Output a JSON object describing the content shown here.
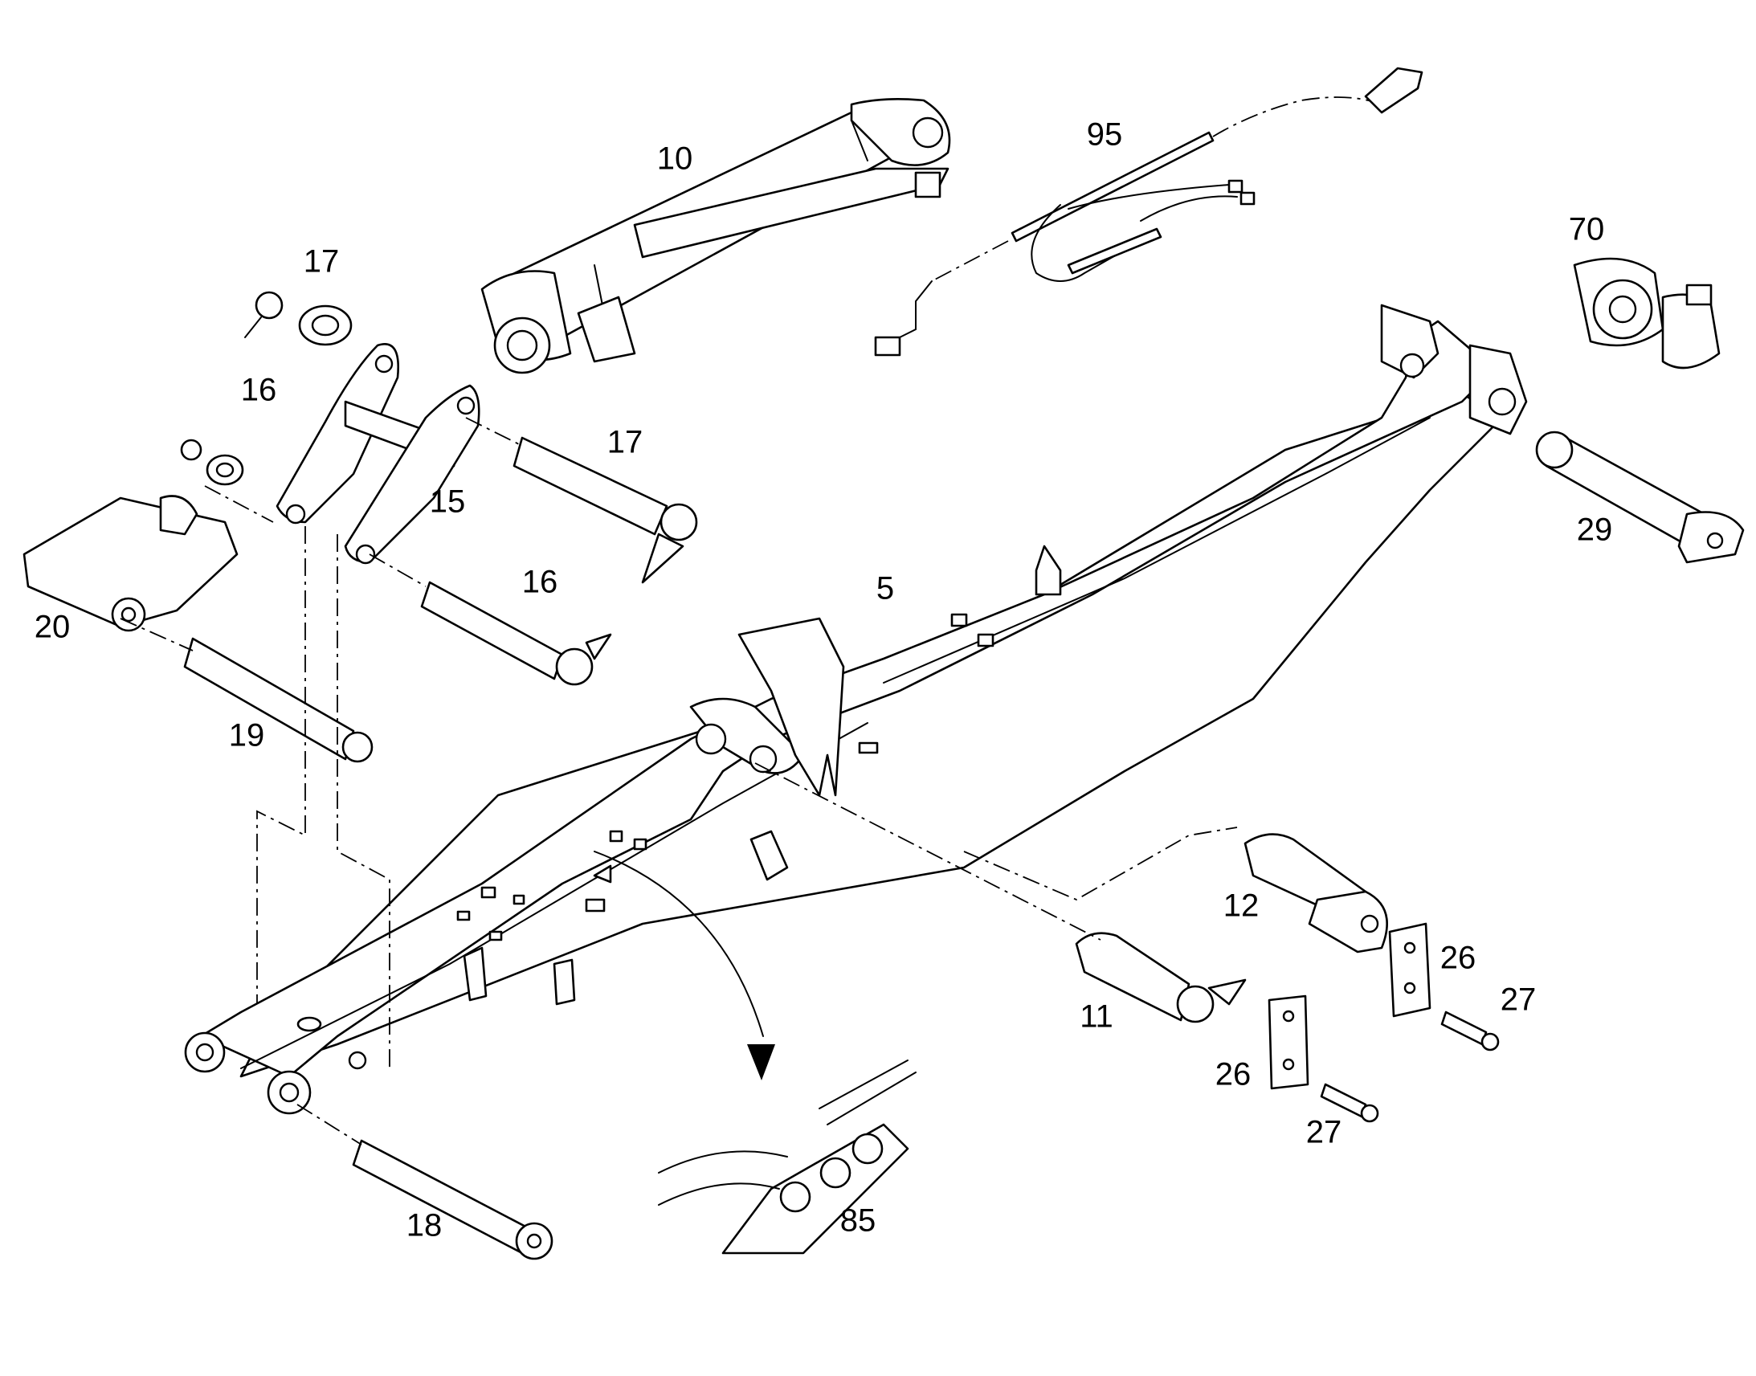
{
  "diagram": {
    "callouts": [
      {
        "id": "c10",
        "label": "10"
      },
      {
        "id": "c95",
        "label": "95"
      },
      {
        "id": "c70",
        "label": "70"
      },
      {
        "id": "c17a",
        "label": "17"
      },
      {
        "id": "c16a",
        "label": "16"
      },
      {
        "id": "c17b",
        "label": "17"
      },
      {
        "id": "c15",
        "label": "15"
      },
      {
        "id": "c16b",
        "label": "16"
      },
      {
        "id": "c20",
        "label": "20"
      },
      {
        "id": "c19",
        "label": "19"
      },
      {
        "id": "c5",
        "label": "5"
      },
      {
        "id": "c29",
        "label": "29"
      },
      {
        "id": "c12",
        "label": "12"
      },
      {
        "id": "c26a",
        "label": "26"
      },
      {
        "id": "c27a",
        "label": "27"
      },
      {
        "id": "c11",
        "label": "11"
      },
      {
        "id": "c26b",
        "label": "26"
      },
      {
        "id": "c27b",
        "label": "27"
      },
      {
        "id": "c18",
        "label": "18"
      },
      {
        "id": "c85",
        "label": "85"
      }
    ]
  }
}
